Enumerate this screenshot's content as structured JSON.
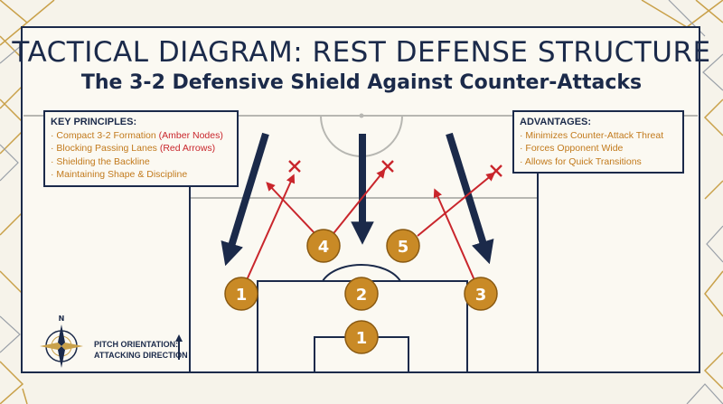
{
  "title": "TACTICAL DIAGRAM: REST DEFENSE STRUCTURE",
  "subtitle": "The 3-2 Defensive Shield Against Counter-Attacks",
  "principles": {
    "heading": "KEY PRINCIPLES:",
    "items": [
      {
        "text": "Compact 3-2 Formation ",
        "highlight": "(Amber Nodes)"
      },
      {
        "text": "Blocking Passing Lanes ",
        "highlight": "(Red Arrows)"
      },
      {
        "text": "Shielding the Backline",
        "highlight": ""
      },
      {
        "text": "Maintaining Shape & Discipline",
        "highlight": ""
      }
    ]
  },
  "advantages": {
    "heading": "ADVANTAGES:",
    "items": [
      "Minimizes Counter-Attack Threat",
      "Forces Opponent Wide",
      "Allows for Quick Transitions"
    ]
  },
  "players": [
    {
      "id": "goalkeeper",
      "label": "1"
    },
    {
      "id": "left-back",
      "label": "1"
    },
    {
      "id": "center-back",
      "label": "2"
    },
    {
      "id": "right-back",
      "label": "3"
    },
    {
      "id": "left-mid",
      "label": "4"
    },
    {
      "id": "right-mid",
      "label": "5"
    }
  ],
  "compass": {
    "north": "N"
  },
  "orientation": {
    "line1": "PITCH ORIENTATION:",
    "line2": "ATTACKING DIRECTION"
  },
  "colors": {
    "navy": "#1b2a4a",
    "amber": "#c98a26",
    "red": "#c9262c",
    "gold": "#c9a14a"
  }
}
